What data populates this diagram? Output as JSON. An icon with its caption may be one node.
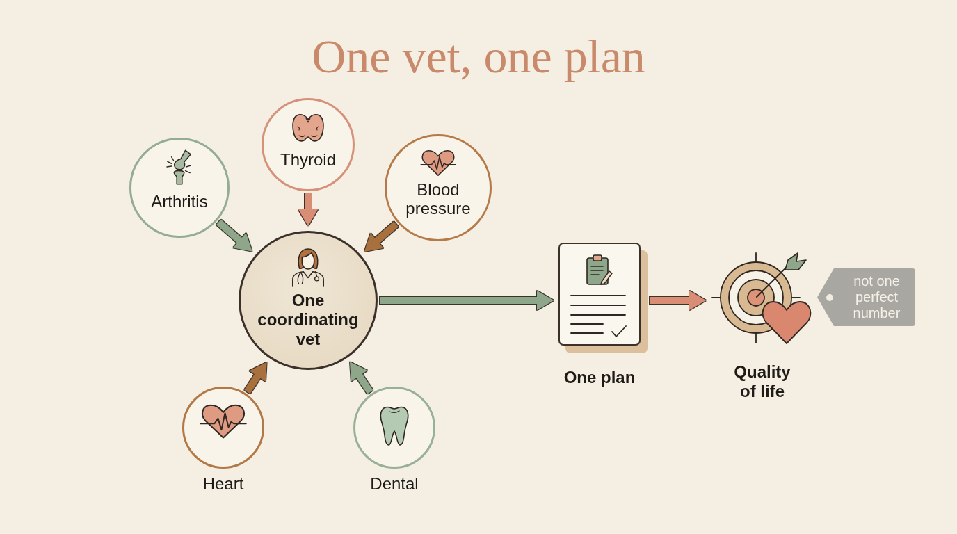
{
  "diagram": {
    "title": "One vet, one plan",
    "nodes": [
      {
        "text": [
          "Arthritis"
        ]
      },
      {
        "text": [
          "Thyroid"
        ]
      },
      {
        "text": [
          "Blood pressure"
        ]
      },
      {
        "text": [
          "One coordinating vet"
        ]
      },
      {
        "text": [
          "Heart"
        ]
      },
      {
        "text": [
          "Dental"
        ]
      },
      {
        "text": [
          "One plan"
        ]
      },
      {
        "text": [
          "Quality of life"
        ]
      },
      {
        "text": [
          "not one perfect number"
        ]
      }
    ],
    "edges": [
      {
        "from": 0,
        "to": 3,
        "arrow": "to"
      },
      {
        "from": 1,
        "to": 3,
        "arrow": "to",
        "color": "#d98d74"
      },
      {
        "from": 2,
        "to": 3,
        "arrow": "to",
        "color": "#a8703d"
      },
      {
        "from": 4,
        "to": 3,
        "arrow": "to",
        "color": "#a8703d"
      },
      {
        "from": 5,
        "to": 3,
        "arrow": "to"
      },
      {
        "from": 3,
        "to": 6,
        "arrow": "to"
      },
      {
        "from": 6,
        "to": 7,
        "arrow": "to",
        "color": "#d98d74"
      }
    ]
  }
}
